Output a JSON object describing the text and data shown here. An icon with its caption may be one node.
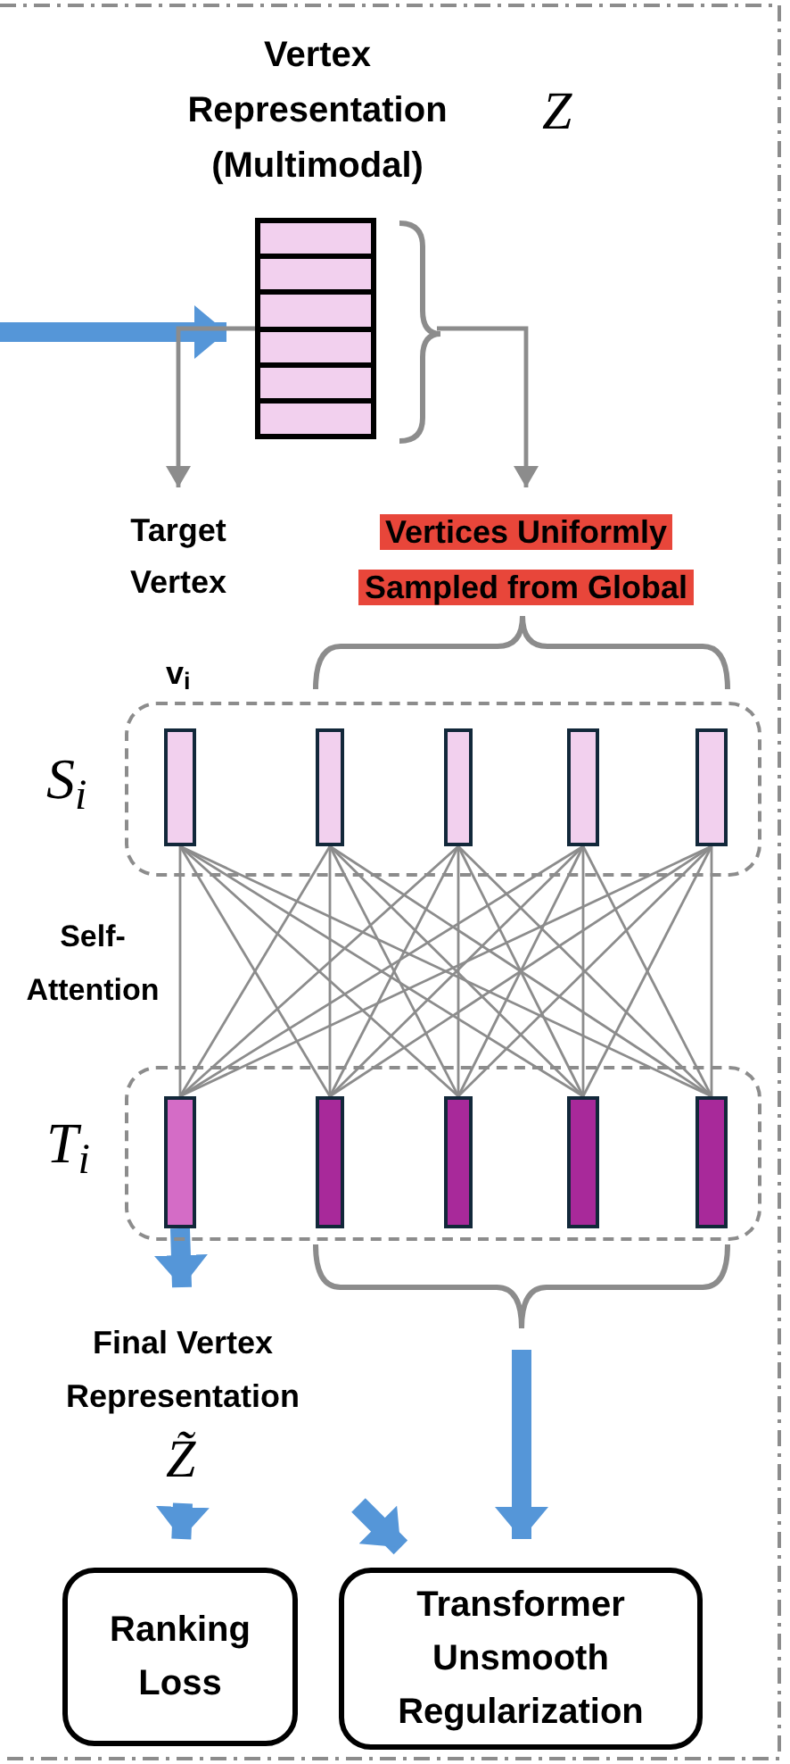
{
  "diagram": {
    "nodes": [
      {
        "text": [
          "Vertex Representation (Multimodal)"
        ],
        "beside": [
          "Z"
        ]
      },
      {
        "text": [
          "Target Vertex"
        ]
      },
      {
        "text": [
          "Vertices Uniformly Sampled from Global"
        ]
      },
      {
        "text": [
          "S$_{i}$"
        ]
      },
      {
        "text": [],
        "shape": "bar",
        "in": 3
      },
      {
        "text": [],
        "shape": "bar",
        "in": 3
      },
      {
        "text": [],
        "shape": "bar",
        "in": 3
      },
      {
        "text": [],
        "shape": "bar",
        "in": 3
      },
      {
        "text": [],
        "shape": "bar",
        "in": 3
      },
      {
        "text": [
          "T$_{i}$"
        ]
      },
      {
        "text": [],
        "shape": "bar",
        "in": 9
      },
      {
        "text": [],
        "shape": "bar",
        "in": 9
      },
      {
        "text": [],
        "shape": "bar",
        "in": 9
      },
      {
        "text": [],
        "shape": "bar",
        "in": 9
      },
      {
        "text": [],
        "shape": "bar",
        "in": 9
      },
      {
        "text": [
          "Final Vertex Representation"
        ],
        "beside": [
          "Z̃"
        ]
      },
      {
        "text": [
          "Ranking Loss"
        ]
      },
      {
        "text": [
          "Transformer Unsmooth Regularization"
        ]
      }
    ],
    "edges": [
      {
        "from": null,
        "to": 0,
        "arrow": "to",
        "style": "thick",
        "color": "#5596d8"
      },
      {
        "from": 0,
        "to": 1,
        "arrow": "to"
      },
      {
        "from": 0,
        "to": 2,
        "arrow": "to"
      },
      {
        "from": 4,
        "to": 10,
        "arrow": "none"
      },
      {
        "from": 4,
        "to": 11,
        "arrow": "none"
      },
      {
        "from": 4,
        "to": 12,
        "arrow": "none"
      },
      {
        "from": 4,
        "to": 13,
        "arrow": "none"
      },
      {
        "from": 4,
        "to": 14,
        "arrow": "none"
      },
      {
        "from": 5,
        "to": 10,
        "arrow": "none"
      },
      {
        "from": 5,
        "to": 11,
        "arrow": "none"
      },
      {
        "from": 5,
        "to": 12,
        "arrow": "none"
      },
      {
        "from": 5,
        "to": 13,
        "arrow": "none"
      },
      {
        "from": 5,
        "to": 14,
        "arrow": "none"
      },
      {
        "from": 6,
        "to": 10,
        "arrow": "none"
      },
      {
        "from": 6,
        "to": 11,
        "arrow": "none"
      },
      {
        "from": 6,
        "to": 12,
        "arrow": "none"
      },
      {
        "from": 6,
        "to": 13,
        "arrow": "none"
      },
      {
        "from": 6,
        "to": 14,
        "arrow": "none"
      },
      {
        "from": 7,
        "to": 10,
        "arrow": "none"
      },
      {
        "from": 7,
        "to": 11,
        "arrow": "none"
      },
      {
        "from": 7,
        "to": 12,
        "arrow": "none"
      },
      {
        "from": 7,
        "to": 13,
        "arrow": "none"
      },
      {
        "from": 7,
        "to": 14,
        "arrow": "none"
      },
      {
        "from": 8,
        "to": 10,
        "arrow": "none"
      },
      {
        "from": 8,
        "to": 11,
        "arrow": "none"
      },
      {
        "from": 8,
        "to": 12,
        "arrow": "none"
      },
      {
        "from": 8,
        "to": 13,
        "arrow": "none"
      },
      {
        "from": 8,
        "to": 14,
        "arrow": "none"
      },
      {
        "from": 10,
        "to": 15,
        "arrow": "to",
        "style": "thick",
        "color": "#5596d8"
      },
      {
        "from": 15,
        "to": 16,
        "arrow": "to",
        "style": "thick",
        "color": "#5596d8"
      },
      {
        "from": 9,
        "to": 17,
        "arrow": "to",
        "style": "thick",
        "color": "#5596d8"
      },
      {
        "from": null,
        "to": 17,
        "arrow": "to",
        "style": "thick",
        "color": "#5596d8"
      }
    ],
    "labels": [
      "v$_{i}$",
      "Self- Attention"
    ]
  }
}
